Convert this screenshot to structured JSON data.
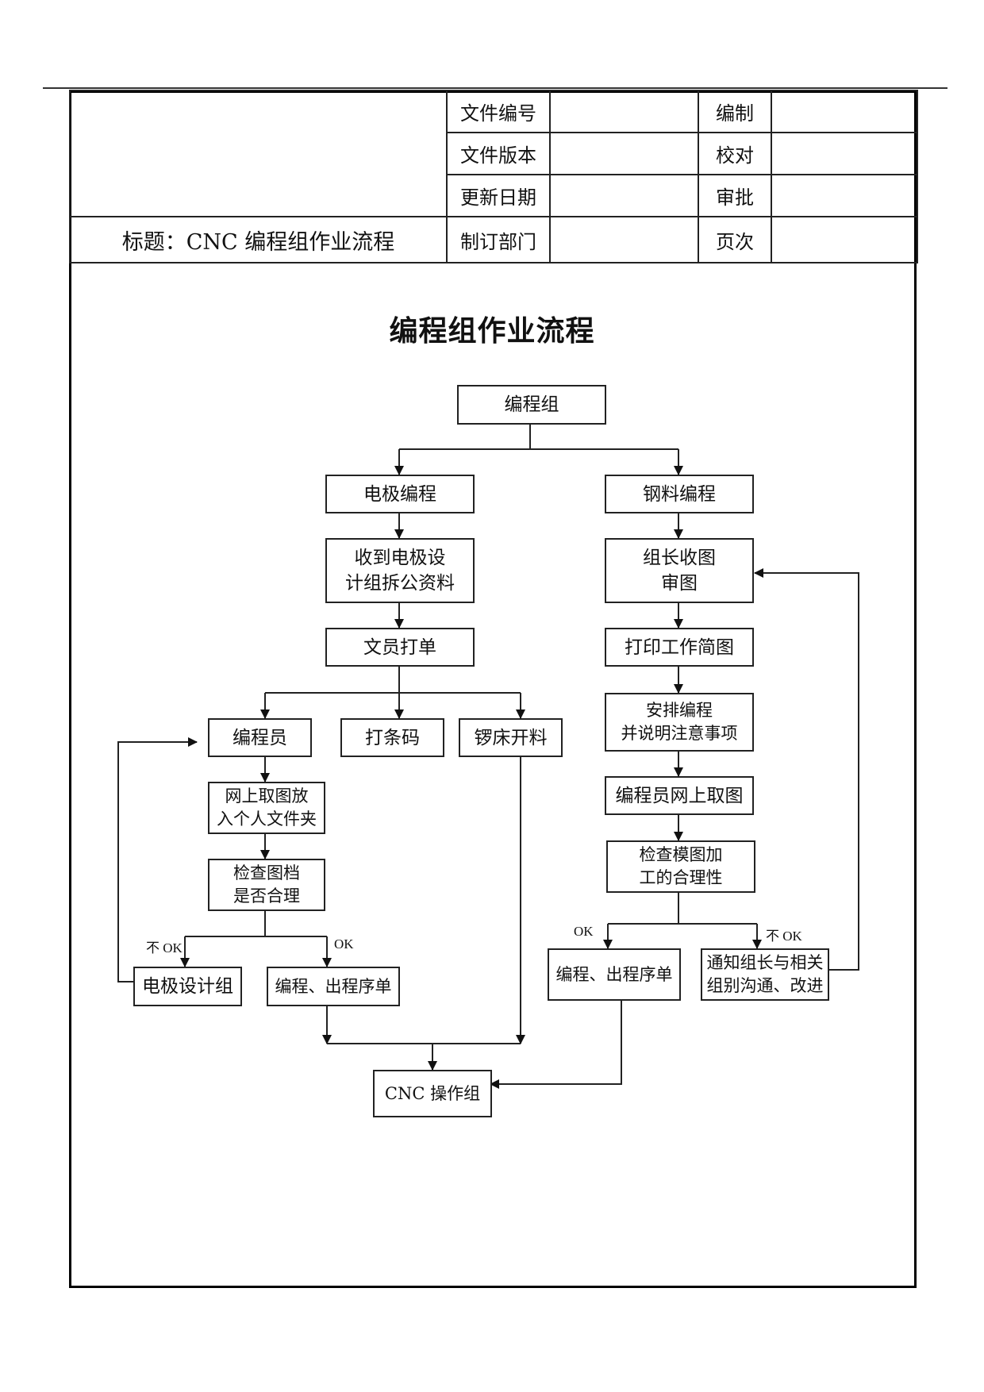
{
  "header": {
    "title_cell": "标题：CNC 编程组作业流程",
    "rows": [
      {
        "label": "文件编号",
        "value": "",
        "label2": "编制",
        "value2": ""
      },
      {
        "label": "文件版本",
        "value": "",
        "label2": "校对",
        "value2": ""
      },
      {
        "label": "更新日期",
        "value": "",
        "label2": "审批",
        "value2": ""
      },
      {
        "label": "制订部门",
        "value": "",
        "label2": "页次",
        "value2": ""
      }
    ]
  },
  "document": {
    "title": "编程组作业流程"
  },
  "flow": {
    "nodes": {
      "root": "编程组",
      "electrode": "电极编程",
      "steel": "钢料编程",
      "receive": "收到电极设\n计组拆公资料",
      "leader": "组长收图\n审图",
      "clerk": "文员打单",
      "print": "打印工作简图",
      "programmer": "编程员",
      "barcode": "打条码",
      "cutting": "锣床开料",
      "arrange": "安排编程\n并说明注意事项",
      "fetch_right": "编程员网上取图",
      "fetch_left": "网上取图放\n入个人文件夹",
      "check_right": "检查模图加\n工的合理性",
      "check_left": "检查图档\n是否合理",
      "design_group": "电极设计组",
      "program_left": "编程、出程序单",
      "program_right": "编程、出程序单",
      "notify": "通知组长与相关\n组别沟通、改进",
      "cnc": "CNC 操作组"
    },
    "labels": {
      "left_not_ok": "不 OK",
      "left_ok": "OK",
      "right_ok": "OK",
      "right_not_ok": "不 OK"
    }
  }
}
